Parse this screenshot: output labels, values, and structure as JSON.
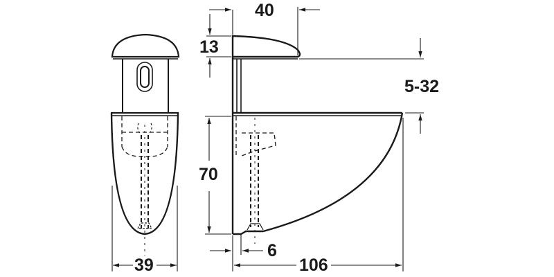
{
  "drawing": {
    "subject": "shelf bracket technical drawing",
    "line_color": "#1a1a1a",
    "background": "#ffffff",
    "views": {
      "front": "front-view-bracket",
      "side": "side-view-bracket"
    },
    "dimensions": {
      "width_front": "39",
      "top_plate_depth": "40",
      "top_plate_thickness": "13",
      "shelf_gap": "5-32",
      "body_height": "70",
      "wall_offset": "6",
      "total_depth": "106"
    }
  }
}
